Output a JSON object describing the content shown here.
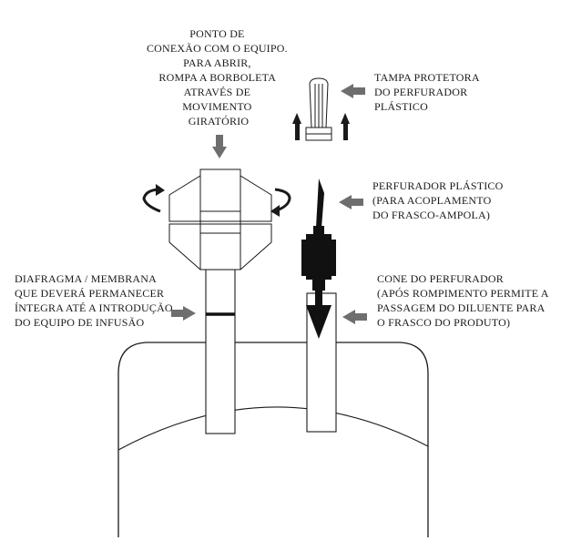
{
  "labels": {
    "connection_point": [
      "PONTO DE",
      "CONEXÃO COM O EQUIPO.",
      "PARA ABRIR,",
      "ROMPA A BORBOLETA",
      "ATRAVÉS DE",
      "MOVIMENTO",
      "GIRATÓRIO"
    ],
    "protective_cap": [
      "TAMPA PROTETORA",
      "DO PERFURADOR",
      "PLÁSTICO"
    ],
    "plastic_perforator": [
      "PERFURADOR PLÁSTICO",
      "(PARA ACOPLAMENTO",
      "DO FRASCO-AMPOLA)"
    ],
    "diaphragm": [
      "DIAFRAGMA / MEMBRANA",
      "QUE DEVERÁ PERMANECER",
      "ÍNTEGRA ATÉ A INTRODUÇÃO",
      "DO EQUIPO DE INFUSÃO"
    ],
    "perforator_cone": [
      "CONE DO PERFURADOR",
      "(APÓS ROMPIMENTO PERMITE A",
      "PASSAGEM DO DILUENTE PARA",
      "O FRASCO DO PRODUTO)"
    ]
  },
  "icons": {
    "pointer_arrow": "gray-arrow-icon",
    "rotate_arrow": "rotate-arrow-icon",
    "up_arrow": "up-arrow-icon"
  },
  "colors": {
    "ink": "#1a1a1a",
    "arrow_gray": "#6e6e6e",
    "perforator_black": "#111111"
  }
}
